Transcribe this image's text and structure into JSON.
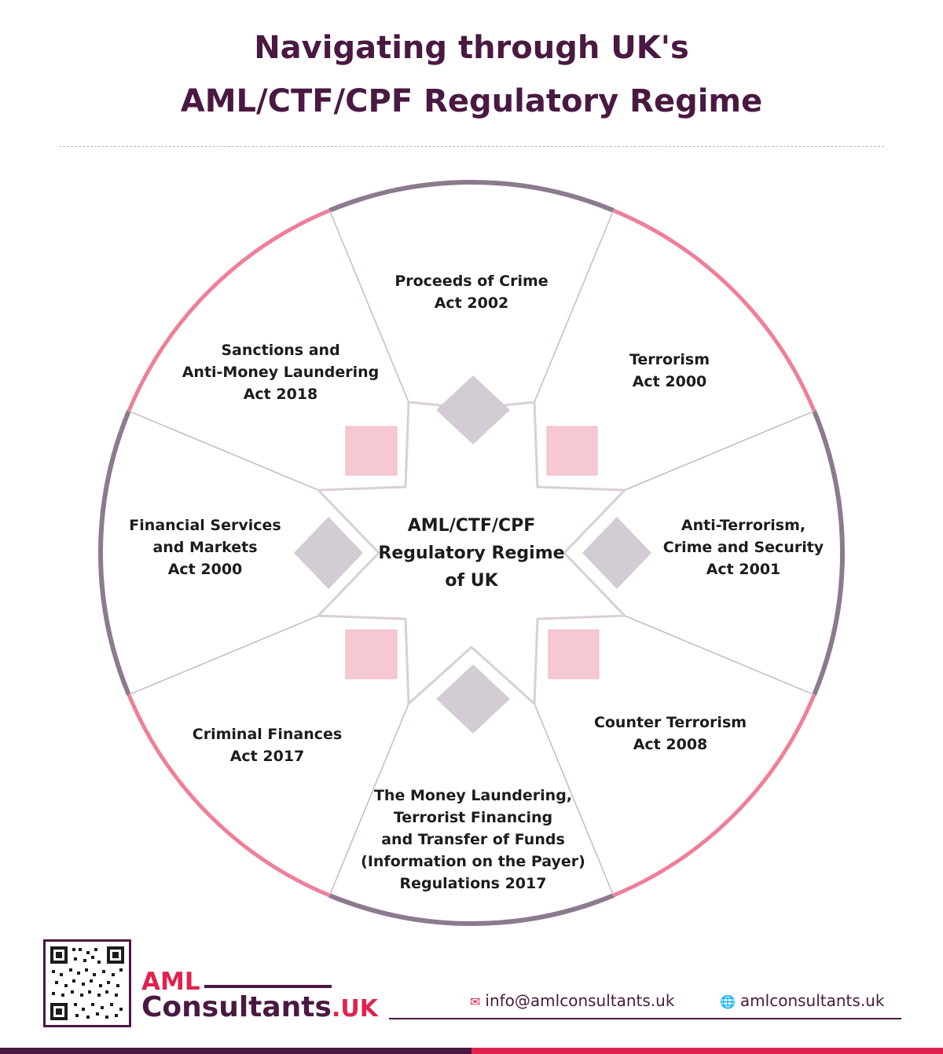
{
  "title": {
    "line1": "Navigating through UK's",
    "line2": "AML/CTF/CPF Regulatory Regime"
  },
  "center": {
    "line1": "AML/CTF/CPF",
    "line2": "Regulatory Regime",
    "line3": "of UK"
  },
  "segments": [
    {
      "lines": [
        "Proceeds of Crime",
        "Act 2002"
      ]
    },
    {
      "lines": [
        "Terrorism",
        "Act 2000"
      ]
    },
    {
      "lines": [
        "Anti-Terrorism,",
        "Crime and Security",
        "Act 2001"
      ]
    },
    {
      "lines": [
        "Counter Terrorism",
        "Act 2008"
      ]
    },
    {
      "lines": [
        "The Money Laundering,",
        "Terrorist Financing",
        "and Transfer of Funds",
        "(Information on the Payer)",
        "Regulations 2017"
      ]
    },
    {
      "lines": [
        "Criminal Finances",
        "Act 2017"
      ]
    },
    {
      "lines": [
        "Financial Services",
        "and Markets",
        "Act 2000"
      ]
    },
    {
      "lines": [
        "Sanctions and",
        "Anti-Money Laundering",
        "Act 2018"
      ]
    }
  ],
  "footer": {
    "logo_aml": "AML",
    "logo_consultants": "Consultants",
    "logo_uk": ".UK",
    "email": "info@amlconsultants.uk",
    "website": "amlconsultants.uk",
    "email_icon": "envelope-icon",
    "web_icon": "globe-icon",
    "qr_icon": "qr-code-icon"
  },
  "colors": {
    "title": "#4a1942",
    "accent": "#e0234e",
    "ring_pink": "#ef7f98",
    "ring_purple": "#8c7a8e",
    "diamond": "#d4ccd4",
    "square": "#f6c9d2"
  }
}
